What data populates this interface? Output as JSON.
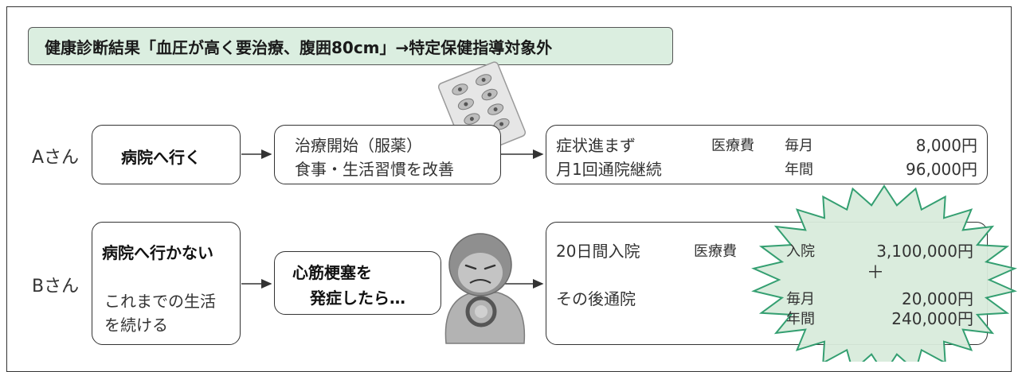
{
  "title": "健康診断結果「血圧が高く要治療、腹囲80cm」→特定保健指導対象外",
  "person_a": {
    "label": "Aさん",
    "step1": "病院へ行く",
    "step2_line1": "治療開始（服薬）",
    "step2_line2": "食事・生活習慣を改善",
    "result_line1": "症状進まず",
    "result_line2": "月1回通院継続",
    "cost_label": "医療費",
    "monthly_label": "毎月",
    "monthly_amount": "8,000円",
    "yearly_label": "年間",
    "yearly_amount": "96,000円"
  },
  "person_b": {
    "label": "Bさん",
    "step1_title": "病院へ行かない",
    "step1_line1": "これまでの生活",
    "step1_line2": "を続ける",
    "step2_line1": "心筋梗塞を",
    "step2_line2": "発症したら…",
    "result_line1": "20日間入院",
    "result_line2": "その後通院",
    "cost_label": "医療費",
    "hospital_label": "入院",
    "hospital_amount": "3,100,000円",
    "plus": "＋",
    "monthly_label": "毎月",
    "monthly_amount": "20,000円",
    "yearly_label": "年間",
    "yearly_amount": "240,000円"
  },
  "colors": {
    "title_bg": "#dbeee0",
    "burst_fill": "#d9ecdc",
    "burst_stroke": "#2a9a6a"
  },
  "icons": [
    "pill-sheet-icon",
    "chest-pain-person-icon"
  ]
}
